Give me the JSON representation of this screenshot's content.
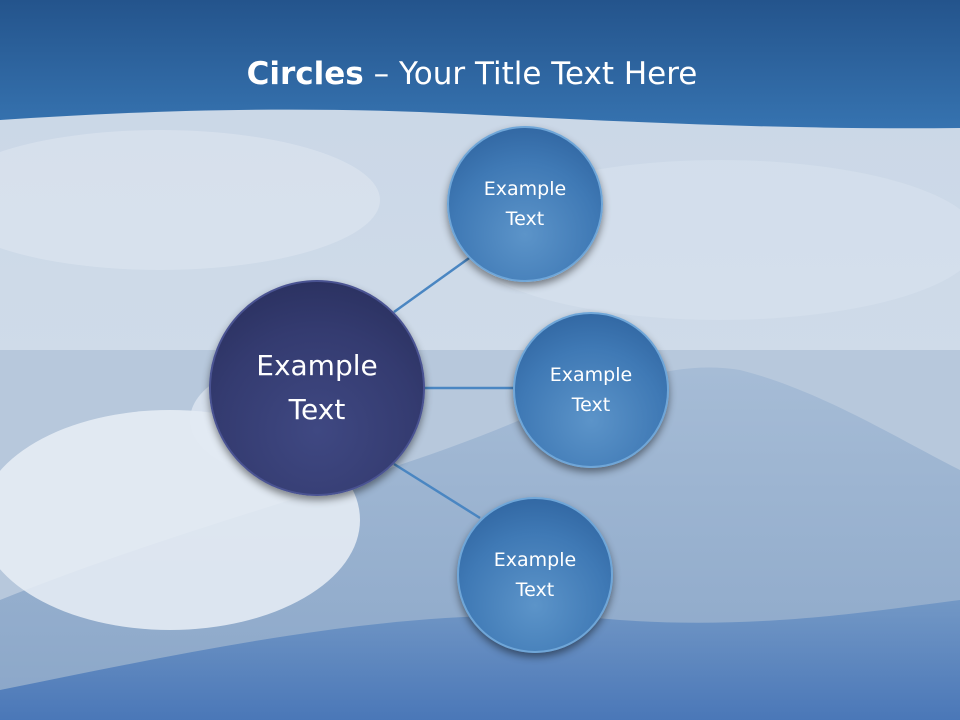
{
  "title": {
    "bold": "Circles",
    "rest": " – Your Title Text Here"
  },
  "center": {
    "line1": "Example",
    "line2": "Text"
  },
  "satellites": [
    {
      "line1": "Example",
      "line2": "Text"
    },
    {
      "line1": "Example",
      "line2": "Text"
    },
    {
      "line1": "Example",
      "line2": "Text"
    }
  ],
  "colors": {
    "header": "#2f6aa5",
    "small_circle": "#3f79b5",
    "big_circle": "#343b70",
    "connector": "#4a86c2"
  }
}
